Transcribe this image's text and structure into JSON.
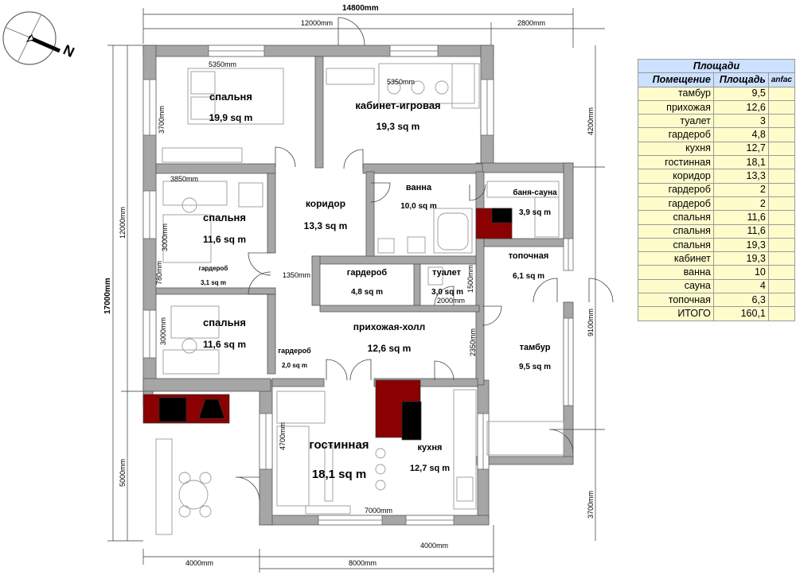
{
  "colors": {
    "wall": "#a6a6a6",
    "furniture": "#9a9a9a",
    "stove": "#8b0000",
    "table_header": "#cce0ff",
    "table_body": "#fffccc"
  },
  "compass": {
    "label": "N",
    "icon": "compass-icon"
  },
  "dimensions": {
    "total_width": "14800mm",
    "top_left": "12000mm",
    "top_right": "2800mm",
    "total_height": "17000mm",
    "left_upper": "12000mm",
    "left_lower": "5000mm",
    "right_upper": "4200mm",
    "right_middle": "9100mm",
    "right_lower": "3700mm",
    "bottom_left": "4000mm",
    "bottom_right": "8000mm",
    "bedroom1_width": "5350mm",
    "bedroom1_depth": "3700mm",
    "office_width": "5350mm",
    "bedroom2_width": "3850mm",
    "bedroom2_depth": "3000mm",
    "bedroom3_depth": "3000mm",
    "closet_depth": "780mm",
    "corridor_width": "1350mm",
    "toilet_width": "2000mm",
    "toilet_depth": "1500mm",
    "hall_depth": "2350mm",
    "living_depth": "4700mm",
    "living_width": "7000mm",
    "kitchen_width": "4000mm"
  },
  "rooms": {
    "bedroom1": {
      "name": "спальня",
      "area": "19,9 sq m"
    },
    "office": {
      "name": "кабинет-игровая",
      "area": "19,3 sq m"
    },
    "bedroom2": {
      "name": "спальня",
      "area": "11,6 sq m"
    },
    "corridor": {
      "name": "коридор",
      "area": "13,3 sq m"
    },
    "bath": {
      "name": "ванна",
      "area": "10,0 sq m"
    },
    "sauna": {
      "name": "баня-сауна",
      "area": "3,9 sq m"
    },
    "closet1": {
      "name": "гардероб",
      "area": "3,1 sq m"
    },
    "closet2": {
      "name": "гардероб",
      "area": "4,8 sq m"
    },
    "toilet": {
      "name": "туалет",
      "area": "3,0 sq m"
    },
    "boiler": {
      "name": "топочная",
      "area": "6,1 sq m"
    },
    "bedroom3": {
      "name": "спальня",
      "area": "11,6 sq m"
    },
    "hall": {
      "name": "прихожая-холл",
      "area": "12,6 sq m"
    },
    "closet3": {
      "name": "гардероб",
      "area": "2,0 sq m"
    },
    "vestibule": {
      "name": "тамбур",
      "area": "9,5 sq m"
    },
    "living": {
      "name": "гостинная",
      "area": "18,1 sq m"
    },
    "kitchen": {
      "name": "кухня",
      "area": "12,7 sq m"
    }
  },
  "table": {
    "title": "Площади",
    "col_room": "Помещение",
    "col_area": "Площадь",
    "col_extra": "anfac",
    "rows": [
      {
        "room": "тамбур",
        "area": "9,5"
      },
      {
        "room": "прихожая",
        "area": "12,6"
      },
      {
        "room": "туалет",
        "area": "3"
      },
      {
        "room": "гардероб",
        "area": "4,8"
      },
      {
        "room": "кухня",
        "area": "12,7"
      },
      {
        "room": "гостинная",
        "area": "18,1"
      },
      {
        "room": "коридор",
        "area": "13,3"
      },
      {
        "room": "гардероб",
        "area": "2"
      },
      {
        "room": "гардероб",
        "area": "2"
      },
      {
        "room": "спальня",
        "area": "11,6"
      },
      {
        "room": "спальня",
        "area": "11,6"
      },
      {
        "room": "спальня",
        "area": "19,3"
      },
      {
        "room": "кабинет",
        "area": "19,3"
      },
      {
        "room": "ванна",
        "area": "10"
      },
      {
        "room": "сауна",
        "area": "4"
      },
      {
        "room": "топочная",
        "area": "6,3"
      },
      {
        "room": "ИТОГО",
        "area": "160,1"
      }
    ]
  }
}
